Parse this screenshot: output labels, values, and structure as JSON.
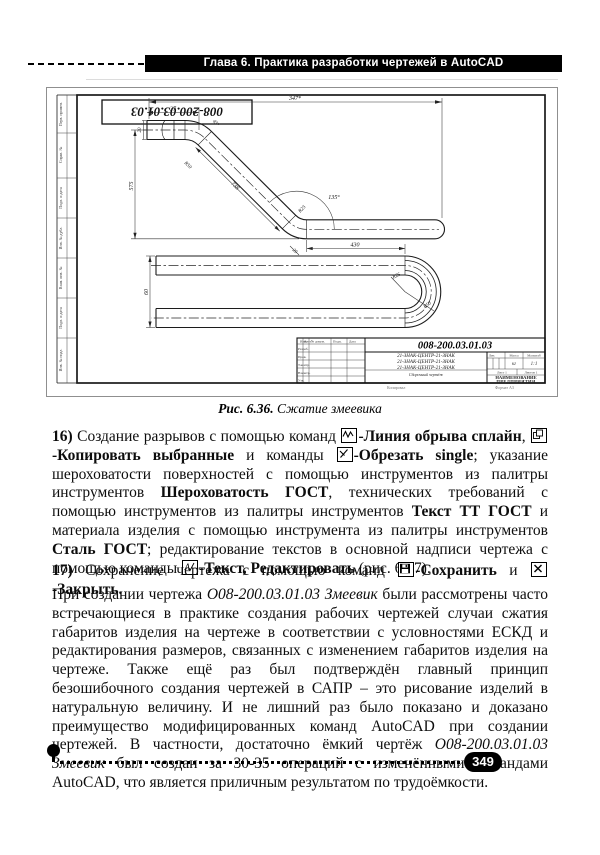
{
  "header": {
    "chapter_title": "Глава 6. Практика разработки чертежей в AutoCAD"
  },
  "figure": {
    "caption": {
      "label": "Рис. 6.36.",
      "title": " Сжатие змеевика"
    },
    "stamp": "008-200.03.01.03",
    "dims": {
      "overall_top": "347*",
      "stub_len": "37",
      "stub_dia": "20",
      "left_height": "575",
      "diag_len": "738",
      "bend1_angle": "45°",
      "bend1_radius": "R50",
      "bend_angle": "135°",
      "bend_radius": "R25",
      "bend_offset": "25",
      "mid_len": "430",
      "tube_gap": "60",
      "u_inner_radius": "R25",
      "u_outer_radius": "R50"
    },
    "margin_labels": [
      "Перв. примен.",
      "Справ. №",
      "Подп. и дата",
      "Инв. № дубл.",
      "Взам. инв. №",
      "Подп. и дата",
      "Инв. № подл."
    ],
    "titleblock": {
      "number": "008-200.03.01.03",
      "name1": "21-ЗНАК-ЦЕНТР-21-ЗНАК",
      "name2": "21-ЗНАК-ЦЕНТР-21-ЗНАК",
      "name3": "21-ЗНАК-ЦЕНТР-21-ЗНАК",
      "doc_type": "Сборочный чертёж",
      "hdr": {
        "izm": "Изм.",
        "list": "Лист",
        "doc": "№ докум.",
        "podp": "Подп.",
        "data": "Дата"
      },
      "rows": [
        "Разраб.",
        "Пров.",
        "Т.контр.",
        "Н.контр.",
        "Утв."
      ],
      "lit": "Лит.",
      "mass": "Масса",
      "scale": "Масштаб",
      "mass_val": "кг",
      "scale_val": "1:1",
      "sheet": "Лист 1",
      "sheets": "Листов 1",
      "company1": "НАИМЕНОВАНИЕ",
      "company2": "ПРЕДПРИЯТИЯ",
      "footer_left": "Копировал",
      "footer_right": "Формат А3"
    }
  },
  "icons": {
    "spline_break": "spline-break-line-icon",
    "copy_selected": "copy-selected-icon",
    "trim": "trim-single-icon",
    "edit_text": "text-edit-icon",
    "save": "save-icon",
    "close": "close-icon"
  },
  "para16": {
    "num": "16)",
    "t1": " Создание разрывов с помощью команд ",
    "b1": "-Линия обрыва сплайн",
    "t2": ", ",
    "b2": "-Копировать выбранные",
    "t3": " и команды ",
    "b3": "-Обрезать single",
    "t4": "; указание шероховатости поверхностей с помощью инструментов из палитры инструментов ",
    "b4": "Шероховатость ГОСТ",
    "t5": ", технических требований с помощью инструментов из палитры инструментов ",
    "b5": "Текст ТТ ГОСТ",
    "t6": " и материала изделия с помощью инструмента из палитры инструментов ",
    "b6": "Сталь ГОСТ",
    "t7": "; редактирование текстов в основной надписи чертежа с помощью команды ",
    "b7": "-Текст, Редактировать",
    "t8": " (рис. 6.27)."
  },
  "para17": {
    "num": "17)",
    "t1": " Сохранение чертежа с помощью команд ",
    "b1": "-Сохранить",
    "t2": " и ",
    "b2": "-Закрыть."
  },
  "para18": {
    "t1": "При создании чертежа ",
    "i1": "О08-200.03.01.03 Змеевик",
    "t2": " были рассмотрены часто встречающиеся в практике создания рабочих чертежей случаи сжатия габаритов изделия на чертеже в соответствии с условностями ЕСКД и редактирования размеров, связанных с изменением габаритов изделия на чертеже. Также ещё раз был подтверждён главный принцип безошибочного создания чертежей в САПР – это рисование изделий в натуральную величину. И не лишний раз было показано и доказано преимущество модифицированных команд AutoCAD при создании чертежей. В частности, достаточно ёмкий чертёж ",
    "i2": "О08-200.03.01.03 Змеевик",
    "t3": " был создан за 30-35 операций с изменёнными командами AutoCAD, что является приличным результатом по трудоёмкости."
  },
  "footer": {
    "page_number": "349"
  }
}
